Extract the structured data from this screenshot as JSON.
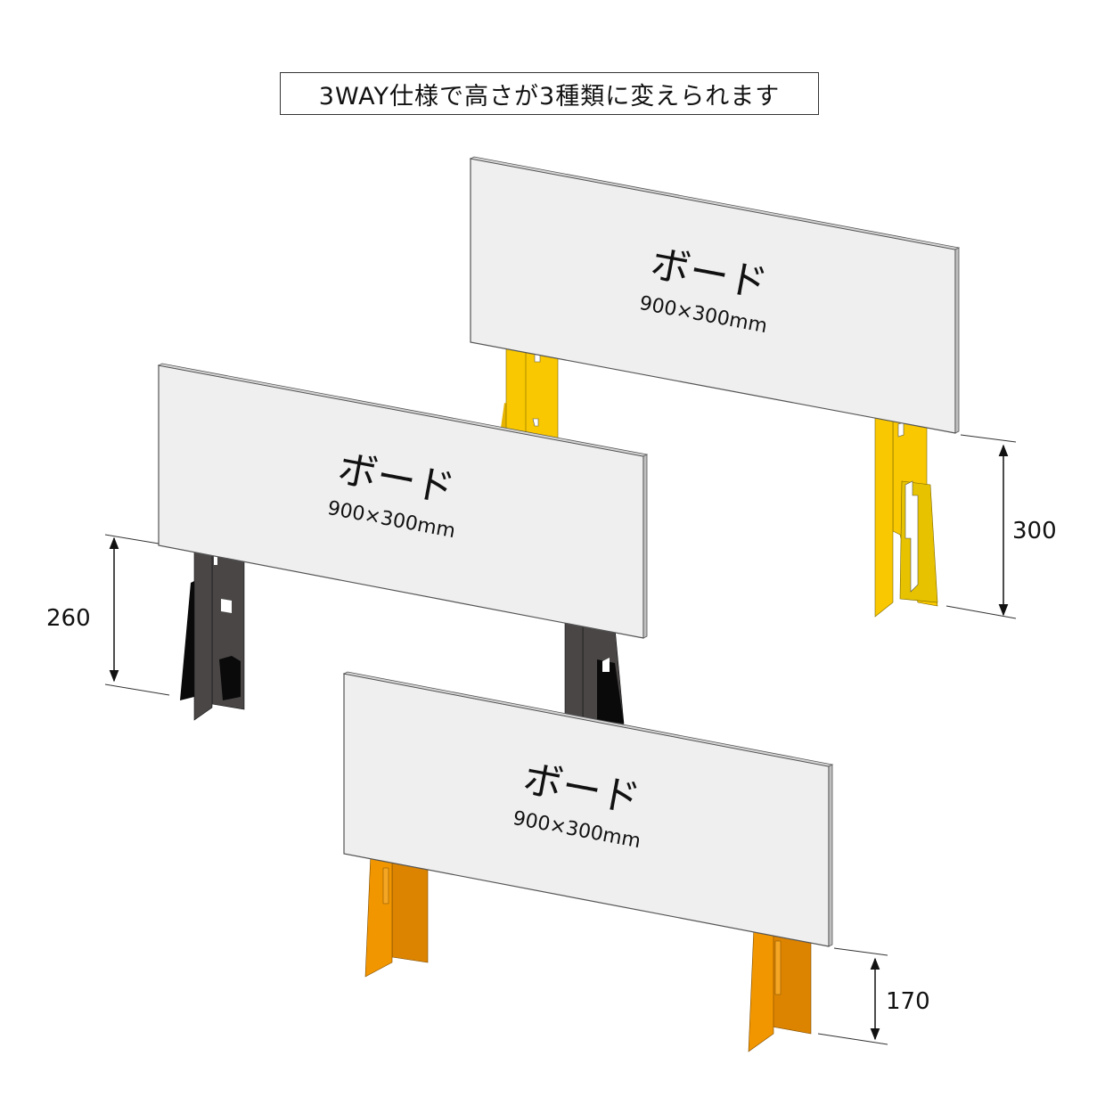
{
  "title": "3WAY仕様で高さが3種類に変えられます",
  "boards": [
    {
      "label": "ボード",
      "size": "900×300mm",
      "height_label": "300",
      "leg_color": "#F9C800",
      "leg_shade": "#E6B400"
    },
    {
      "label": "ボード",
      "size": "900×300mm",
      "height_label": "260",
      "leg_color": "#4A4646",
      "leg_shade": "#0A0A0A"
    },
    {
      "label": "ボード",
      "size": "900×300mm",
      "height_label": "170",
      "leg_color": "#F29600",
      "leg_shade": "#DC8400"
    }
  ],
  "board_face_color": "#EFEFEF"
}
